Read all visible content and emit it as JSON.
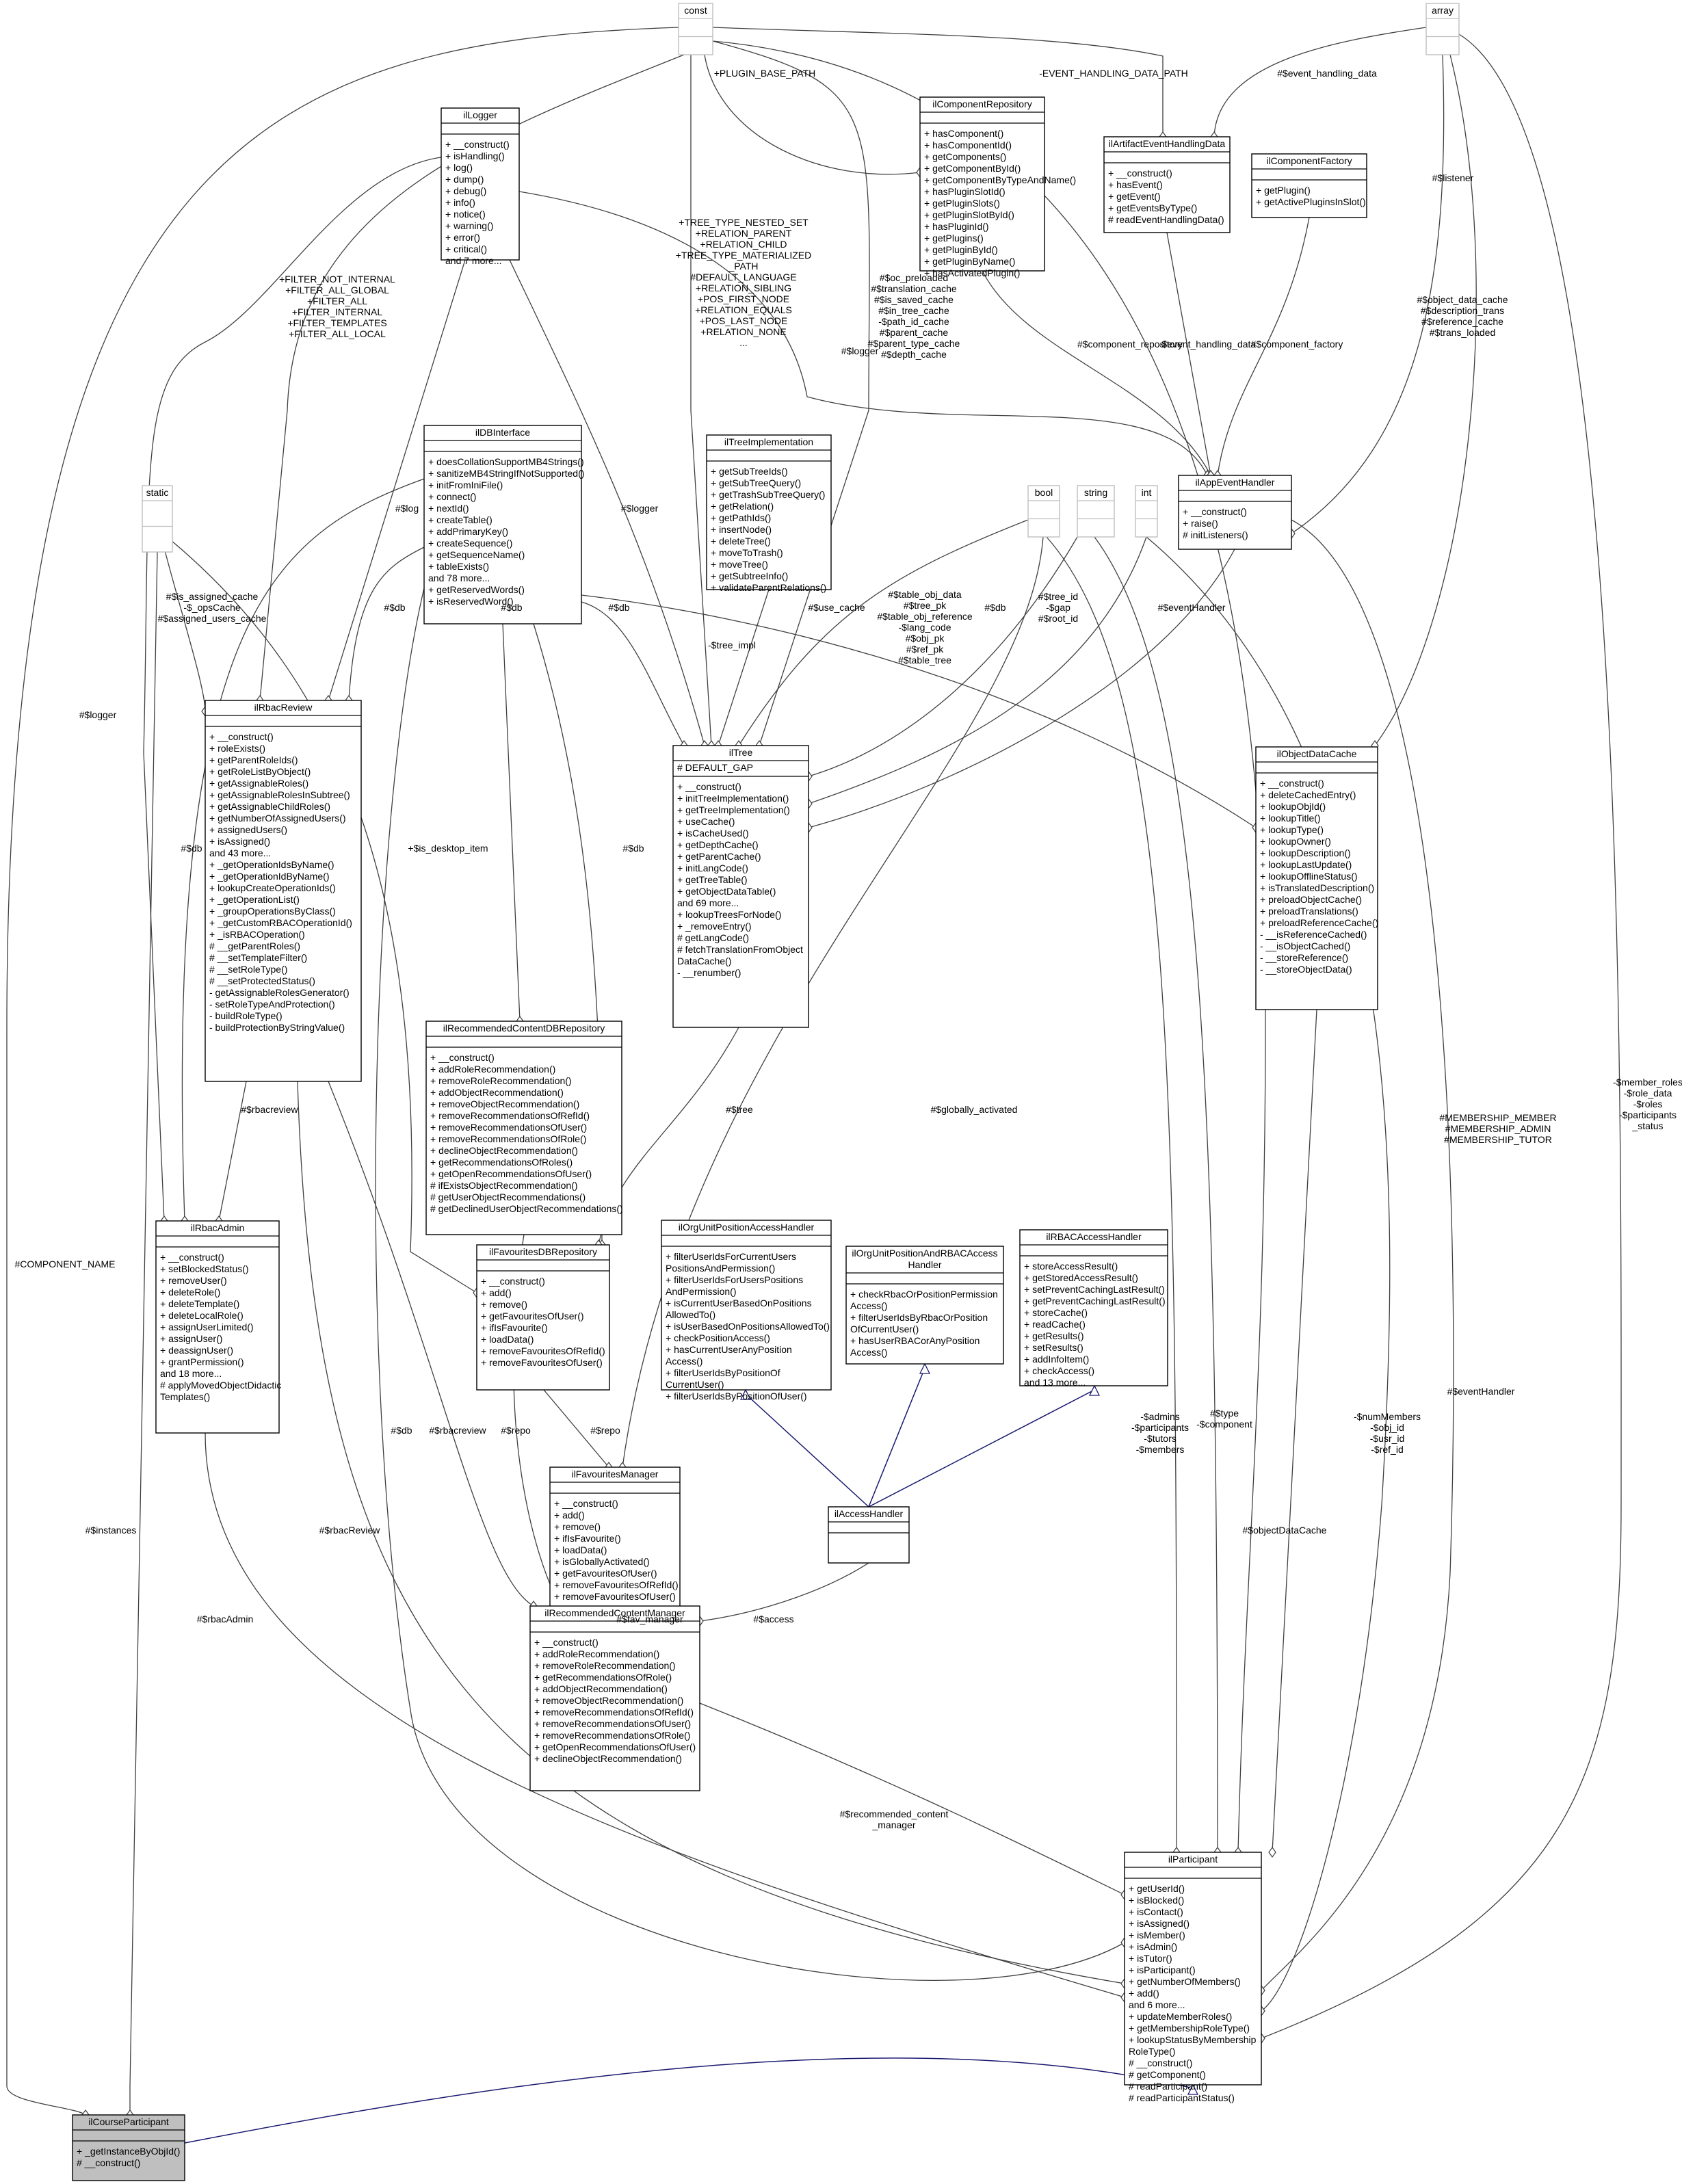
{
  "nodes": [
    {
      "id": "const",
      "title": [
        "const"
      ],
      "members": [],
      "external": true
    },
    {
      "id": "array",
      "title": [
        "array"
      ],
      "members": [],
      "external": true
    },
    {
      "id": "static",
      "title": [
        "static"
      ],
      "members": [],
      "external": true
    },
    {
      "id": "bool",
      "title": [
        "bool"
      ],
      "members": [],
      "external": true
    },
    {
      "id": "string",
      "title": [
        "string"
      ],
      "members": [],
      "external": true
    },
    {
      "id": "int",
      "title": [
        "int"
      ],
      "members": [],
      "external": true
    },
    {
      "id": "ilLogger",
      "title": [
        "ilLogger"
      ],
      "members": [
        "+ __construct()",
        "+ isHandling()",
        "+ log()",
        "+ dump()",
        "+ debug()",
        "+ info()",
        "+ notice()",
        "+ warning()",
        "+ error()",
        "+ critical()",
        "and 7 more..."
      ]
    },
    {
      "id": "ilComponentRepository",
      "title": [
        "ilComponentRepository"
      ],
      "members": [
        "+ hasComponent()",
        "+ hasComponentId()",
        "+ getComponents()",
        "+ getComponentById()",
        "+ getComponentByTypeAndName()",
        "+ hasPluginSlotId()",
        "+ getPluginSlots()",
        "+ getPluginSlotById()",
        "+ hasPluginId()",
        "+ getPlugins()",
        "+ getPluginById()",
        "+ getPluginByName()",
        "+ hasActivatedPlugin()"
      ]
    },
    {
      "id": "ilArtifactEventHandlingData",
      "title": [
        "ilArtifactEventHandlingData"
      ],
      "members": [
        "+ __construct()",
        "+ hasEvent()",
        "+ getEvent()",
        "+ getEventsByType()",
        "# readEventHandlingData()"
      ]
    },
    {
      "id": "ilComponentFactory",
      "title": [
        "ilComponentFactory"
      ],
      "members": [
        "+ getPlugin()",
        "+ getActivePluginsInSlot()"
      ]
    },
    {
      "id": "ilAppEventHandler",
      "title": [
        "ilAppEventHandler"
      ],
      "members": [
        "+ __construct()",
        "+ raise()",
        "# initListeners()"
      ]
    },
    {
      "id": "ilDBInterface",
      "title": [
        "ilDBInterface"
      ],
      "members": [
        "+ doesCollationSupportMB4Strings()",
        "+ sanitizeMB4StringIfNotSupported()",
        "+ initFromIniFile()",
        "+ connect()",
        "+ nextId()",
        "+ createTable()",
        "+ addPrimaryKey()",
        "+ createSequence()",
        "+ getSequenceName()",
        "+ tableExists()",
        "and 78 more...",
        "+ getReservedWords()",
        "+ isReservedWord()"
      ]
    },
    {
      "id": "ilTreeImplementation",
      "title": [
        "ilTreeImplementation"
      ],
      "members": [
        "+ getSubTreeIds()",
        "+ getSubTreeQuery()",
        "+ getTrashSubTreeQuery()",
        "+ getRelation()",
        "+ getPathIds()",
        "+ insertNode()",
        "+ deleteTree()",
        "+ moveToTrash()",
        "+ moveTree()",
        "+ getSubtreeInfo()",
        "+ validateParentRelations()"
      ]
    },
    {
      "id": "ilRbacReview",
      "title": [
        "ilRbacReview"
      ],
      "members": [
        "+ __construct()",
        "+ roleExists()",
        "+ getParentRoleIds()",
        "+ getRoleListByObject()",
        "+ getAssignableRoles()",
        "+ getAssignableRolesInSubtree()",
        "+ getAssignableChildRoles()",
        "+ getNumberOfAssignedUsers()",
        "+ assignedUsers()",
        "+ isAssigned()",
        "and 43 more...",
        "+ _getOperationIdsByName()",
        "+ _getOperationIdByName()",
        "+ lookupCreateOperationIds()",
        "+ _getOperationList()",
        "+ _groupOperationsByClass()",
        "+ _getCustomRBACOperationId()",
        "+ _isRBACOperation()",
        "# __getParentRoles()",
        "# __setTemplateFilter()",
        "# __setRoleType()",
        "# __setProtectedStatus()",
        "- getAssignableRolesGenerator()",
        "- setRoleTypeAndProtection()",
        "- buildRoleType()",
        "- buildProtectionByStringValue()"
      ]
    },
    {
      "id": "ilTree",
      "title": [
        "ilTree"
      ],
      "attrs": [
        "# DEFAULT_GAP"
      ],
      "members": [
        "+ __construct()",
        "+ initTreeImplementation()",
        "+ getTreeImplementation()",
        "+ useCache()",
        "+ isCacheUsed()",
        "+ getDepthCache()",
        "+ getParentCache()",
        "+ initLangCode()",
        "+ getTreeTable()",
        "+ getObjectDataTable()",
        "and 69 more...",
        "+ lookupTreesForNode()",
        "+ _removeEntry()",
        "# getLangCode()",
        "# fetchTranslationFromObject",
        "DataCache()",
        "- __renumber()"
      ]
    },
    {
      "id": "ilObjectDataCache",
      "title": [
        "ilObjectDataCache"
      ],
      "members": [
        "+ __construct()",
        "+ deleteCachedEntry()",
        "+ lookupObjId()",
        "+ lookupTitle()",
        "+ lookupType()",
        "+ lookupOwner()",
        "+ lookupDescription()",
        "+ lookupLastUpdate()",
        "+ lookupOfflineStatus()",
        "+ isTranslatedDescription()",
        "+ preloadObjectCache()",
        "+ preloadTranslations()",
        "+ preloadReferenceCache()",
        "- __isReferenceCached()",
        "- __isObjectCached()",
        "- __storeReference()",
        "- __storeObjectData()"
      ]
    },
    {
      "id": "ilRecommendedContentDBRepository",
      "title": [
        "ilRecommendedContentDBRepository"
      ],
      "members": [
        "+ __construct()",
        "+ addRoleRecommendation()",
        "+ removeRoleRecommendation()",
        "+ addObjectRecommendation()",
        "+ removeObjectRecommendation()",
        "+ removeRecommendationsOfRefId()",
        "+ removeRecommendationsOfUser()",
        "+ removeRecommendationsOfRole()",
        "+ declineObjectRecommendation()",
        "+ getRecommendationsOfRoles()",
        "+ getOpenRecommendationsOfUser()",
        "# ifExistsObjectRecommendation()",
        "# getUserObjectRecommendations()",
        "# getDeclinedUserObjectRecommendations()"
      ]
    },
    {
      "id": "ilRbacAdmin",
      "title": [
        "ilRbacAdmin"
      ],
      "members": [
        "+ __construct()",
        "+ setBlockedStatus()",
        "+ removeUser()",
        "+ deleteRole()",
        "+ deleteTemplate()",
        "+ deleteLocalRole()",
        "+ assignUserLimited()",
        "+ assignUser()",
        "+ deassignUser()",
        "+ grantPermission()",
        "and 18 more...",
        "# applyMovedObjectDidactic",
        "Templates()"
      ]
    },
    {
      "id": "ilFavouritesDBRepository",
      "title": [
        "ilFavouritesDBRepository"
      ],
      "members": [
        "+ __construct()",
        "+ add()",
        "+ remove()",
        "+ getFavouritesOfUser()",
        "+ ifIsFavourite()",
        "+ loadData()",
        "+ removeFavouritesOfRefId()",
        "+ removeFavouritesOfUser()"
      ]
    },
    {
      "id": "ilOrgUnitPositionAccessHandler",
      "title": [
        "ilOrgUnitPositionAccessHandler"
      ],
      "members": [
        "+ filterUserIdsForCurrentUsers",
        "PositionsAndPermission()",
        "+ filterUserIdsForUsersPositions",
        "AndPermission()",
        "+ isCurrentUserBasedOnPositions",
        "AllowedTo()",
        "+ isUserBasedOnPositionsAllowedTo()",
        "+ checkPositionAccess()",
        "+ hasCurrentUserAnyPosition",
        "Access()",
        "+ filterUserIdsByPositionOf",
        "CurrentUser()",
        "+ filterUserIdsByPositionOfUser()"
      ]
    },
    {
      "id": "ilOrgUnitPositionAndRBACAccessHandler",
      "title": [
        "ilOrgUnitPositionAndRBACAccess",
        "Handler"
      ],
      "members": [
        "+ checkRbacOrPositionPermission",
        "Access()",
        "+ filterUserIdsByRbacOrPosition",
        "OfCurrentUser()",
        "+ hasUserRBACorAnyPosition",
        "Access()"
      ]
    },
    {
      "id": "ilRBACAccessHandler",
      "title": [
        "ilRBACAccessHandler"
      ],
      "members": [
        "+ storeAccessResult()",
        "+ getStoredAccessResult()",
        "+ setPreventCachingLastResult()",
        "+ getPreventCachingLastResult()",
        "+ storeCache()",
        "+ readCache()",
        "+ getResults()",
        "+ setResults()",
        "+ addInfoItem()",
        "+ checkAccess()",
        "and 13 more..."
      ]
    },
    {
      "id": "ilFavouritesManager",
      "title": [
        "ilFavouritesManager"
      ],
      "members": [
        "+ __construct()",
        "+ add()",
        "+ remove()",
        "+ ifIsFavourite()",
        "+ loadData()",
        "+ isGloballyActivated()",
        "+ getFavouritesOfUser()",
        "+ removeFavouritesOfRefId()",
        "+ removeFavouritesOfUser()"
      ]
    },
    {
      "id": "ilAccessHandler",
      "title": [
        "ilAccessHandler"
      ],
      "members": []
    },
    {
      "id": "ilRecommendedContentManager",
      "title": [
        "ilRecommendedContentManager"
      ],
      "members": [
        "+ __construct()",
        "+ addRoleRecommendation()",
        "+ removeRoleRecommendation()",
        "+ getRecommendationsOfRole()",
        "+ addObjectRecommendation()",
        "+ removeObjectRecommendation()",
        "+ removeRecommendationsOfRefId()",
        "+ removeRecommendationsOfUser()",
        "+ removeRecommendationsOfRole()",
        "+ getOpenRecommendationsOfUser()",
        "+ declineObjectRecommendation()"
      ]
    },
    {
      "id": "ilParticipant",
      "title": [
        "ilParticipant"
      ],
      "members": [
        "+ getUserId()",
        "+ isBlocked()",
        "+ isContact()",
        "+ isAssigned()",
        "+ isMember()",
        "+ isAdmin()",
        "+ isTutor()",
        "+ isParticipant()",
        "+ getNumberOfMembers()",
        "+ add()",
        "and 6 more...",
        "+ updateMemberRoles()",
        "+ getMembershipRoleType()",
        "+ lookupStatusByMembership",
        "RoleType()",
        "# __construct()",
        "# getComponent()",
        "# readParticipant()",
        "# readParticipantStatus()"
      ]
    },
    {
      "id": "ilCourseParticipant",
      "title": [
        "ilCourseParticipant"
      ],
      "members": [
        "+ _getInstanceByObjId()",
        "# __construct()"
      ],
      "highlight": true
    }
  ],
  "edges": [
    {
      "id": "e-component-name",
      "label": [
        "#COMPONENT_NAME"
      ]
    },
    {
      "id": "e-instances",
      "label": [
        "#$instances"
      ]
    },
    {
      "id": "e-plugin-base-path",
      "label": [
        "+PLUGIN_BASE_PATH"
      ]
    },
    {
      "id": "e-event-handling-data-path",
      "label": [
        "-EVENT_HANDLING_DATA_PATH"
      ]
    },
    {
      "id": "e-event-handling-data-array",
      "label": [
        "#$event_handling_data"
      ]
    },
    {
      "id": "e-filters",
      "label": [
        "+FILTER_NOT_INTERNAL",
        "+FILTER_ALL_GLOBAL",
        "+FILTER_ALL",
        "+FILTER_INTERNAL",
        "+FILTER_TEMPLATES",
        "+FILTER_ALL_LOCAL"
      ]
    },
    {
      "id": "e-tree-consts",
      "label": [
        "+TREE_TYPE_NESTED_SET",
        "+RELATION_PARENT",
        "+RELATION_CHILD",
        "+TREE_TYPE_MATERIALIZED",
        "_PATH",
        "#DEFAULT_LANGUAGE",
        "+RELATION_SIBLING",
        "+POS_FIRST_NODE",
        "+RELATION_EQUALS",
        "+POS_LAST_NODE",
        "+RELATION_NONE",
        "..."
      ]
    },
    {
      "id": "e-oc-preloaded",
      "label": [
        "#$oc_preloaded",
        "#$translation_cache",
        "#$is_saved_cache",
        "#$in_tree_cache",
        "-$path_id_cache",
        "#$parent_cache",
        "#$parent_type_cache",
        "#$depth_cache"
      ]
    },
    {
      "id": "e-logger-appevent",
      "label": [
        "#$logger"
      ]
    },
    {
      "id": "e-component-repository",
      "label": [
        "#$component_repository"
      ]
    },
    {
      "id": "e-event-handling-data",
      "label": [
        "-$event_handling_data"
      ]
    },
    {
      "id": "e-component-factory",
      "label": [
        "#$component_factory"
      ]
    },
    {
      "id": "e-listener",
      "label": [
        "#$listener"
      ]
    },
    {
      "id": "e-object-data-cache-arrays",
      "label": [
        "#$object_data_cache",
        "#$description_trans",
        "#$reference_cache",
        "#$trans_loaded"
      ]
    },
    {
      "id": "e-member-roles",
      "label": [
        "-$member_roles",
        "-$role_data",
        "-$roles",
        "-$participants",
        "_status"
      ]
    },
    {
      "id": "e-logger-rbacadmin",
      "label": [
        "#$logger"
      ]
    },
    {
      "id": "e-log-rbacreview",
      "label": [
        "#$log"
      ]
    },
    {
      "id": "e-logger-tree",
      "label": [
        "#$logger"
      ]
    },
    {
      "id": "e-static-caches",
      "label": [
        "#$is_assigned_cache",
        "-$_opsCache",
        "#$assigned_users_cache"
      ]
    },
    {
      "id": "e-db-rbacreview",
      "label": [
        "#$db"
      ]
    },
    {
      "id": "e-db-recommended",
      "label": [
        "#$db"
      ]
    },
    {
      "id": "e-db-tree",
      "label": [
        "#$db"
      ]
    },
    {
      "id": "e-db-objectcache",
      "label": [
        "#$db"
      ]
    },
    {
      "id": "e-tree-impl",
      "label": [
        "-$tree_impl"
      ]
    },
    {
      "id": "e-use-cache",
      "label": [
        "#$use_cache"
      ]
    },
    {
      "id": "e-table-strings",
      "label": [
        "#$table_obj_data",
        "#$tree_pk",
        "#$table_obj_reference",
        "-$lang_code",
        "#$obj_pk",
        "#$ref_pk",
        "#$table_tree"
      ]
    },
    {
      "id": "e-tree-ints",
      "label": [
        "#$tree_id",
        "-$gap",
        "#$root_id"
      ]
    },
    {
      "id": "e-event-handler-tree",
      "label": [
        "#$eventHandler"
      ]
    },
    {
      "id": "e-db-rbacadmin",
      "label": [
        "#$db"
      ]
    },
    {
      "id": "e-is-desktop-item",
      "label": [
        "+$is_desktop_item"
      ]
    },
    {
      "id": "e-db-favourites",
      "label": [
        "#$db"
      ]
    },
    {
      "id": "e-rbacreview-rbacadmin",
      "label": [
        "#$rbacreview"
      ]
    },
    {
      "id": "e-tree-favourites",
      "label": [
        "#$tree"
      ]
    },
    {
      "id": "e-globally-activated",
      "label": [
        "#$globally_activated"
      ]
    },
    {
      "id": "e-membership-consts",
      "label": [
        "#MEMBERSHIP_MEMBER",
        "#MEMBERSHIP_ADMIN",
        "#MEMBERSHIP_TUTOR"
      ]
    },
    {
      "id": "e-admins",
      "label": [
        "-$admins",
        "-$participants",
        "-$tutors",
        "-$members"
      ]
    },
    {
      "id": "e-type-component",
      "label": [
        "#$type",
        "-$component"
      ]
    },
    {
      "id": "e-num-members",
      "label": [
        "-$numMembers",
        "-$obj_id",
        "-$usr_id",
        "-$ref_id"
      ]
    },
    {
      "id": "e-event-handler-participant",
      "label": [
        "#$eventHandler"
      ]
    },
    {
      "id": "e-repo-fav",
      "label": [
        "#$repo"
      ]
    },
    {
      "id": "e-repo-rec",
      "label": [
        "#$repo"
      ]
    },
    {
      "id": "e-db-participant",
      "label": [
        "#$db"
      ]
    },
    {
      "id": "e-rbacreview-rec",
      "label": [
        "#$rbacreview"
      ]
    },
    {
      "id": "e-rbacreview-participant",
      "label": [
        "#$rbacReview"
      ]
    },
    {
      "id": "e-rbacadmin-participant",
      "label": [
        "#$rbacAdmin"
      ]
    },
    {
      "id": "e-fav-manager",
      "label": [
        "#$fav_manager"
      ]
    },
    {
      "id": "e-access",
      "label": [
        "#$access"
      ]
    },
    {
      "id": "e-object-data-cache",
      "label": [
        "#$objectDataCache"
      ]
    },
    {
      "id": "e-recommended-content-manager",
      "label": [
        "#$recommended_content",
        "_manager"
      ]
    }
  ],
  "colors": {
    "inheritance": "#191970",
    "association": "#404040",
    "external_border": "#bfbfbf",
    "highlight_fill": "#bfbfbf"
  }
}
